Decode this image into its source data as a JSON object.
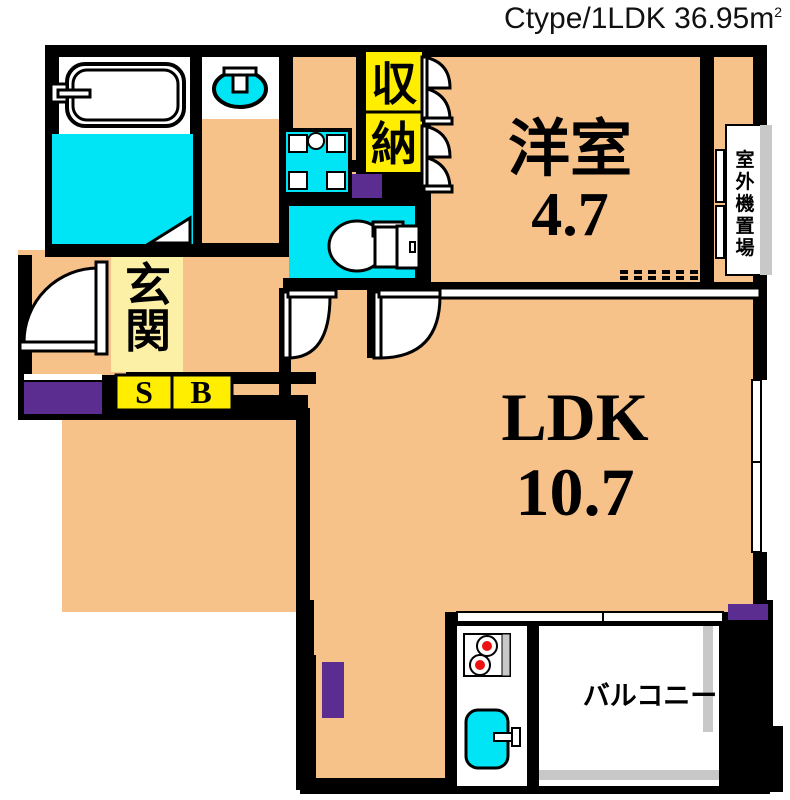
{
  "header": {
    "plan_title": "Ctype/1LDK 36.95m",
    "unit_superscript": "2"
  },
  "colors": {
    "wall": "#000000",
    "floor_room": "#f7c18a",
    "floor_water": "#00e5f5",
    "genkan": "#fbf0a6",
    "closet_yellow": "#ffee00",
    "shoebox_yellow": "#ffee00",
    "meter_purple": "#5b2d90",
    "burner_red": "#ee1111",
    "balcony_white": "#ffffff",
    "outdoor_unit_bg": "#ffffff",
    "sash_gray": "#c8c8c8"
  },
  "rooms": [
    {
      "id": "washitsu",
      "label": "洋室",
      "area": "4.7",
      "type": "western-room"
    },
    {
      "id": "ldk",
      "label": "LDK",
      "area": "10.7",
      "type": "living-dining-kitchen"
    },
    {
      "id": "genkan",
      "label": "玄関",
      "area": "",
      "type": "entrance"
    },
    {
      "id": "closet",
      "label": "収納",
      "area": "",
      "type": "storage"
    },
    {
      "id": "shoebox",
      "label": "SB",
      "area": "",
      "type": "shoe-box"
    },
    {
      "id": "balcony",
      "label": "バルコニー",
      "area": "",
      "type": "balcony"
    },
    {
      "id": "outdoorunit",
      "label": "室外機置場",
      "area": "",
      "type": "ac-outdoor-unit-space"
    }
  ],
  "labels": {
    "bedroom_name": "洋室",
    "bedroom_area": "4.7",
    "ldk_name": "LDK",
    "ldk_area": "10.7",
    "entrance": "玄関",
    "storage_top": "収",
    "storage_bottom": "納",
    "shoebox_s": "S",
    "shoebox_b": "B",
    "balcony": "バルコニー",
    "outdoor_unit": "室外機置場"
  },
  "fixtures": [
    {
      "name": "bathtub",
      "room": "bathroom",
      "detail": "rounded tub with faucet at left"
    },
    {
      "name": "wash-basin",
      "room": "vanity",
      "detail": "oval basin with tap"
    },
    {
      "name": "washing-machine-pan",
      "room": "laundry",
      "detail": "square pan with drain"
    },
    {
      "name": "toilet",
      "room": "toilet",
      "detail": "bowl with tank at right"
    },
    {
      "name": "gas-stove",
      "room": "kitchen",
      "detail": "2 burners"
    },
    {
      "name": "kitchen-sink",
      "room": "kitchen",
      "detail": "single bowl with faucet"
    }
  ],
  "doors": [
    {
      "name": "entrance-door",
      "type": "swing"
    },
    {
      "name": "bathroom-door",
      "type": "folding"
    },
    {
      "name": "hall-door-left",
      "type": "swing"
    },
    {
      "name": "hall-door-right",
      "type": "swing"
    },
    {
      "name": "closet-doors",
      "type": "bi-fold"
    },
    {
      "name": "bedroom-partition",
      "type": "sliding"
    }
  ],
  "meters": [
    {
      "name": "meter-box-entrance"
    },
    {
      "name": "meter-box-laundry"
    },
    {
      "name": "meter-box-ldk-west"
    },
    {
      "name": "meter-box-ldk-east"
    }
  ]
}
